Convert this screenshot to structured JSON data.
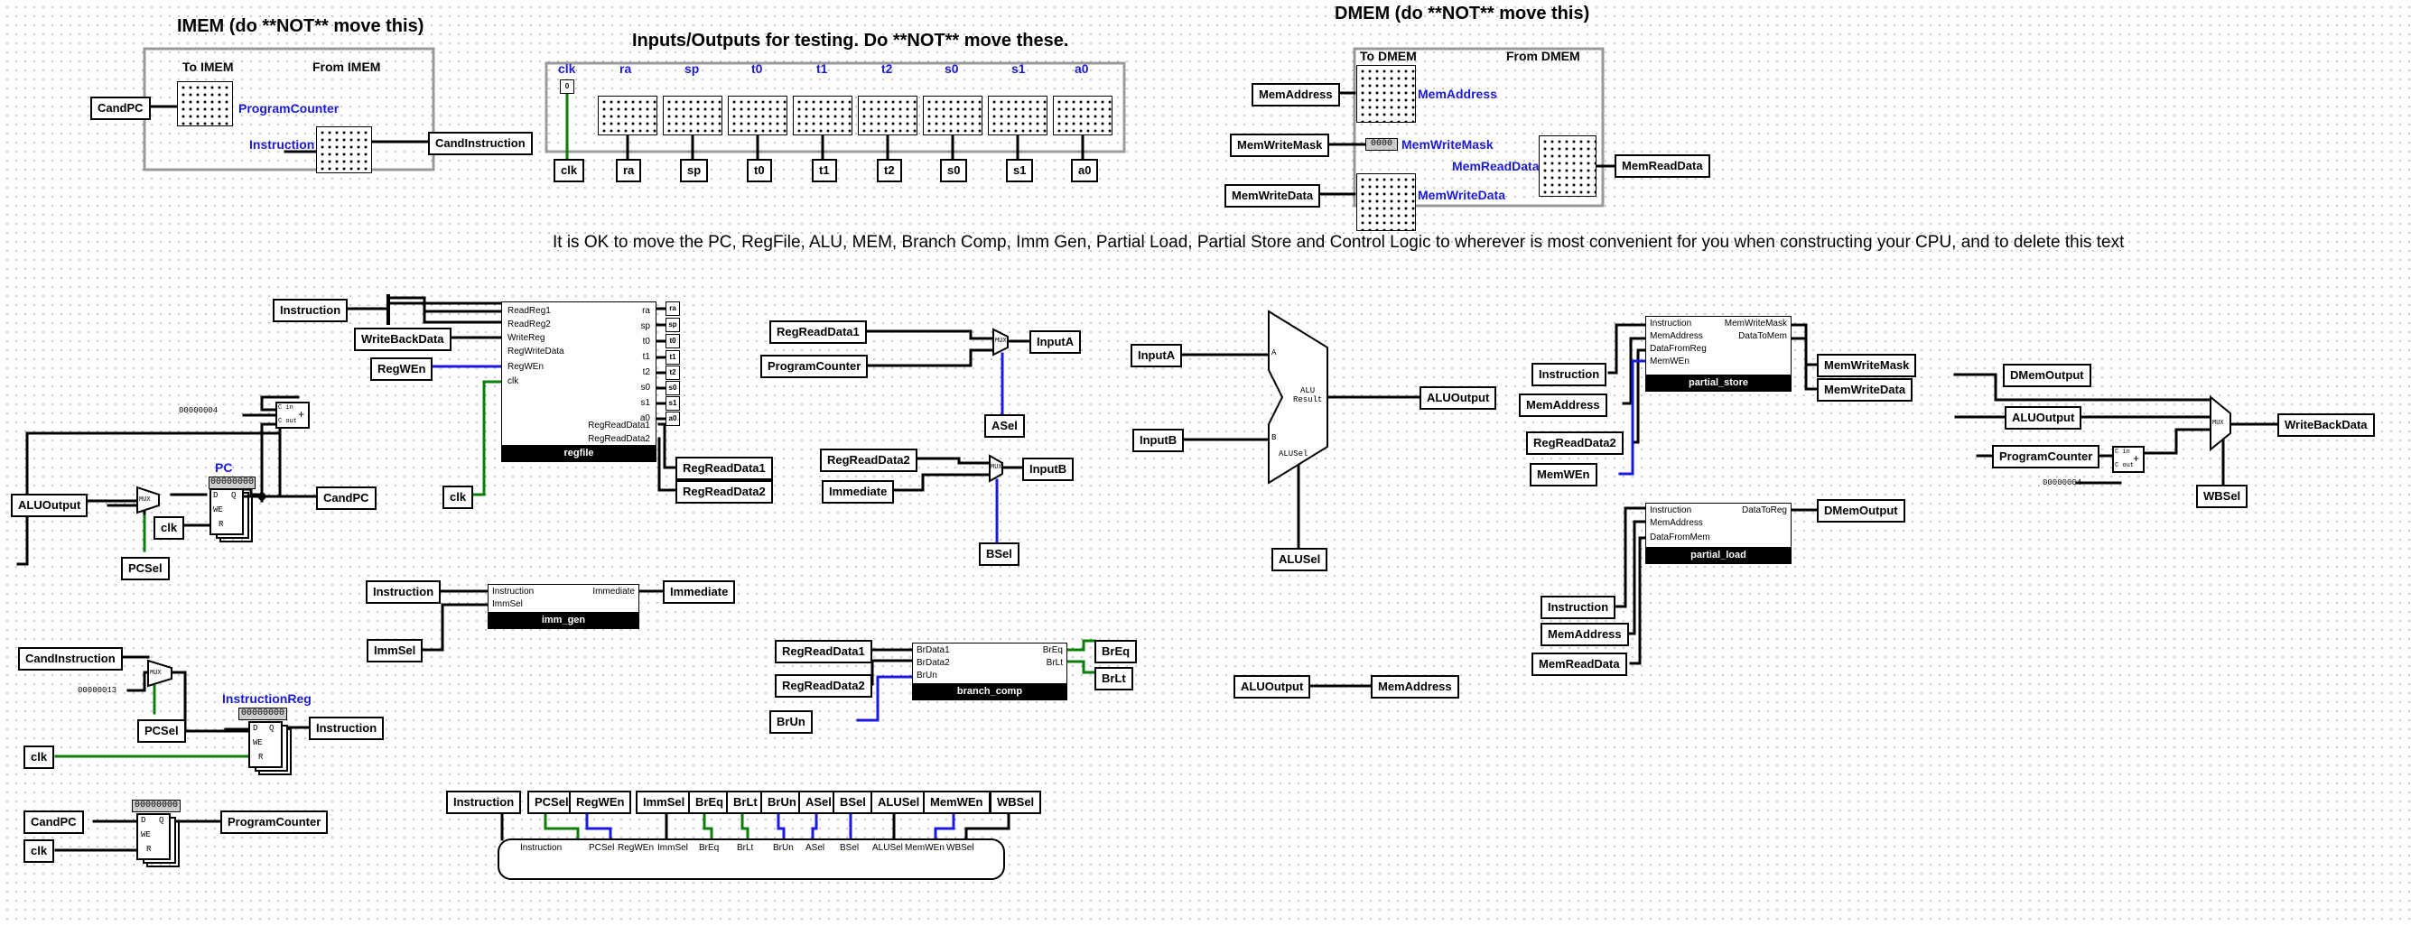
{
  "titles": {
    "imem": "IMEM (do **NOT** move this)",
    "io": "Inputs/Outputs for testing. Do **NOT** move these.",
    "dmem": "DMEM (do **NOT** move this)",
    "note": "It is OK to move the PC, RegFile, ALU, MEM, Branch Comp, Imm Gen, Partial Load, Partial Store and Control Logic to wherever is most convenient for you when constructing your CPU, and to delete this text"
  },
  "imem": {
    "to": "To IMEM",
    "from": "From IMEM",
    "cand_pc": "CandPC",
    "program_counter": "ProgramCounter",
    "instruction": "Instruction",
    "cand_instruction": "CandInstruction"
  },
  "io": {
    "top": [
      "clk",
      "ra",
      "sp",
      "t0",
      "t1",
      "t2",
      "s0",
      "s1",
      "a0"
    ],
    "bottom": [
      "clk",
      "ra",
      "sp",
      "t0",
      "t1",
      "t2",
      "s0",
      "s1",
      "a0"
    ],
    "clk_value": "0"
  },
  "dmem": {
    "to": "To DMEM",
    "from": "From DMEM",
    "mem_address": "MemAddress",
    "mem_write_mask": "MemWriteMask",
    "mem_write_data": "MemWriteData",
    "mem_read_data": "MemReadData",
    "mask_value": "0000"
  },
  "regfile": {
    "name": "regfile",
    "inputs": [
      "ReadReg1",
      "ReadReg2",
      "WriteReg",
      "RegWriteData",
      "RegWEn",
      "clk"
    ],
    "reg_ports": [
      "ra",
      "sp",
      "t0",
      "t1",
      "t2",
      "s0",
      "s1",
      "a0"
    ],
    "outputs": [
      "RegReadData1",
      "RegReadData2"
    ],
    "tunnels_in": [
      "Instruction",
      "WriteBackData",
      "RegWEn",
      "clk"
    ],
    "tunnels_out": [
      "RegReadData1",
      "RegReadData2"
    ],
    "reg_tags": [
      "ra",
      "sp",
      "t0",
      "t1",
      "t2",
      "s0",
      "s1",
      "a0"
    ]
  },
  "pc": {
    "label": "PC",
    "value": "00000000",
    "const": "00000004",
    "alu_output": "ALUOutput",
    "clk": "clk",
    "pcsel": "PCSel",
    "cand_pc": "CandPC",
    "mux": "MUX",
    "d": "D",
    "q": "Q",
    "we": "WE",
    "r": "R",
    "adder_c": "C in",
    "adder_cout": "C out",
    "plus": "+"
  },
  "instreg": {
    "label": "InstructionReg",
    "value": "00000000",
    "const": "00000013",
    "cand_instruction": "CandInstruction",
    "pcsel": "PCSel",
    "clk": "clk",
    "instruction": "Instruction"
  },
  "pcreg2": {
    "value": "00000000",
    "cand_pc": "CandPC",
    "clk": "clk",
    "program_counter": "ProgramCounter"
  },
  "immgen": {
    "name": "imm_gen",
    "in1": "Instruction",
    "in2": "ImmSel",
    "out": "Immediate",
    "tunnel_instruction": "Instruction",
    "tunnel_immsel": "ImmSel",
    "tunnel_immediate": "Immediate"
  },
  "amux": {
    "in1": "RegReadData1",
    "in2": "ProgramCounter",
    "out": "InputA",
    "sel": "ASel"
  },
  "bmux": {
    "in1": "RegReadData2",
    "in2": "Immediate",
    "out": "InputB",
    "sel": "BSel"
  },
  "branch": {
    "name": "branch_comp",
    "ports_in": [
      "BrData1",
      "BrData2",
      "BrUn"
    ],
    "ports_out": [
      "BrEq",
      "BrLt"
    ],
    "t_in1": "RegReadData1",
    "t_in2": "RegReadData2",
    "t_brun": "BrUn",
    "t_breq": "BrEq",
    "t_brlt": "BrLt"
  },
  "alu": {
    "a": "A",
    "b": "B",
    "result": "Result",
    "alu": "ALU",
    "alusel_port": "ALUSel",
    "input_a": "InputA",
    "input_b": "InputB",
    "out": "ALUOutput",
    "alusel": "ALUSel"
  },
  "memaddr": {
    "in": "ALUOutput",
    "out": "MemAddress"
  },
  "pstore": {
    "name": "partial_store",
    "ports_in": [
      "Instruction",
      "MemAddress",
      "DataFromReg",
      "MemWEn"
    ],
    "ports_out": [
      "MemWriteMask",
      "DataToMem"
    ],
    "t_in": [
      "Instruction",
      "MemAddress",
      "RegReadData2",
      "MemWEn"
    ],
    "t_out": [
      "MemWriteMask",
      "MemWriteData"
    ]
  },
  "pload": {
    "name": "partial_load",
    "ports_in": [
      "Instruction",
      "MemAddress",
      "DataFromMem"
    ],
    "port_out": "DataToReg",
    "t_in": [
      "Instruction",
      "MemAddress",
      "MemReadData"
    ],
    "t_out": "DMemOutput"
  },
  "wbmux": {
    "in": [
      "DMemOutput",
      "ALUOutput",
      "ProgramCounter"
    ],
    "const": "00000004",
    "out": "WriteBackData",
    "sel": "WBSel"
  },
  "control": {
    "tunnels": [
      "Instruction",
      "PCSel",
      "RegWEn",
      "ImmSel",
      "BrEq",
      "BrLt",
      "BrUn",
      "ASel",
      "BSel",
      "ALUSel",
      "MemWEn",
      "WBSel"
    ],
    "ports": [
      "Instruction",
      "PCSel",
      "RegWEn",
      "ImmSel",
      "BrEq",
      "BrLt",
      "BrUn",
      "ASel",
      "BSel",
      "ALUSel",
      "MemWEn",
      "WBSel"
    ]
  }
}
